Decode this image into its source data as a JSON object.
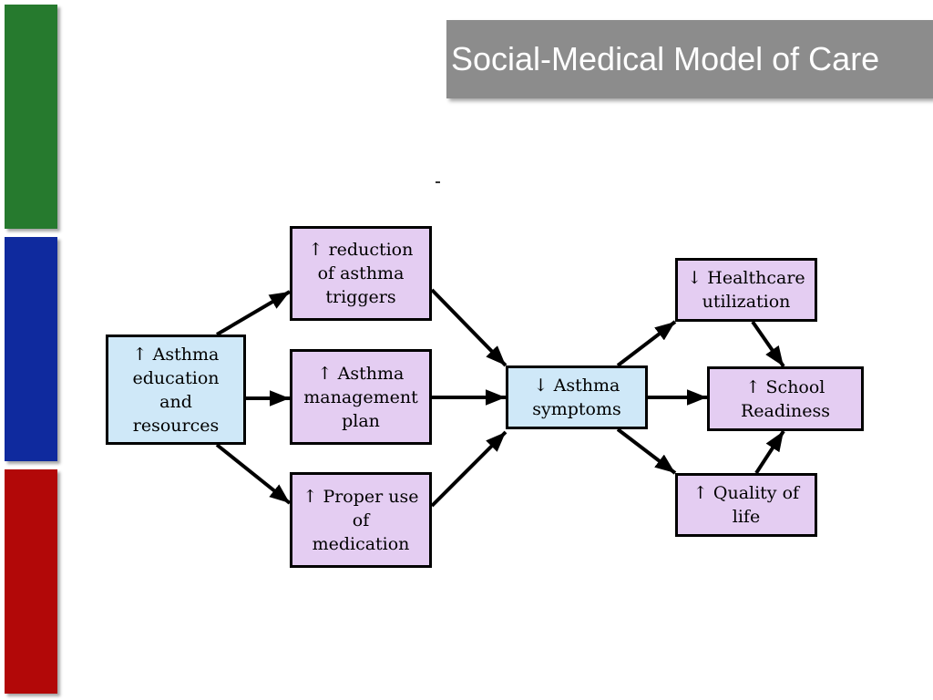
{
  "slide": {
    "title": "Social-Medical Model of Care",
    "title_bg": "#8c8c8c",
    "bar_colors": {
      "green": "#267a2e",
      "blue": "#0f2a9e",
      "red": "#b20808"
    },
    "node_colors": {
      "blue": "#cfe8f8",
      "purple": "#e4cdf2"
    }
  },
  "diagram": {
    "nodes": {
      "education": "↑ Asthma\neducation\nand\nresources",
      "triggers": "↑ reduction\nof asthma\ntriggers",
      "plan": "↑ Asthma\nmanagement\nplan",
      "medication": "↑ Proper use\nof\nmedication",
      "symptoms": "↓ Asthma\nsymptoms",
      "healthcare": "↓ Healthcare\nutilization",
      "school": "↑ School\nReadiness",
      "quality": "↑ Quality of\nlife"
    },
    "edges": [
      [
        "education",
        "triggers"
      ],
      [
        "education",
        "plan"
      ],
      [
        "education",
        "medication"
      ],
      [
        "triggers",
        "symptoms"
      ],
      [
        "plan",
        "symptoms"
      ],
      [
        "medication",
        "symptoms"
      ],
      [
        "symptoms",
        "healthcare"
      ],
      [
        "symptoms",
        "school"
      ],
      [
        "symptoms",
        "quality"
      ],
      [
        "healthcare",
        "school"
      ],
      [
        "quality",
        "school"
      ]
    ]
  }
}
